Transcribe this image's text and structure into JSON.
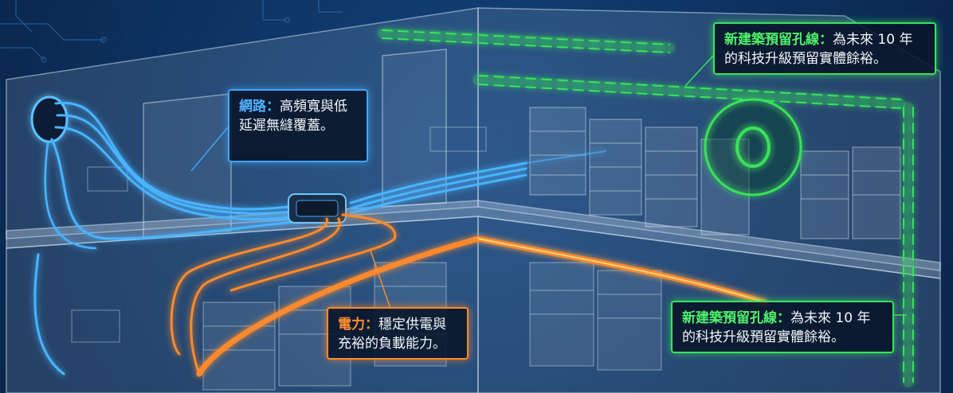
{
  "callouts": {
    "network": {
      "heading": "網路：",
      "body": "高頻寬與低延遲無縫覆蓋。"
    },
    "power": {
      "heading": "電力：",
      "body": "穩定供電與充裕的負載能力。"
    },
    "conduit_top": {
      "heading": "新建築預留孔線：",
      "body": "為未來 10 年的科技升級預留實體餘裕。"
    },
    "conduit_bottom": {
      "heading": "新建築預留孔線：",
      "body": "為未來 10 年的科技升級預留實體餘裕。"
    }
  },
  "colors": {
    "network": "#3fa6ff",
    "power": "#ff8a2a",
    "conduit": "#39e35a",
    "background": "#0d3362"
  }
}
